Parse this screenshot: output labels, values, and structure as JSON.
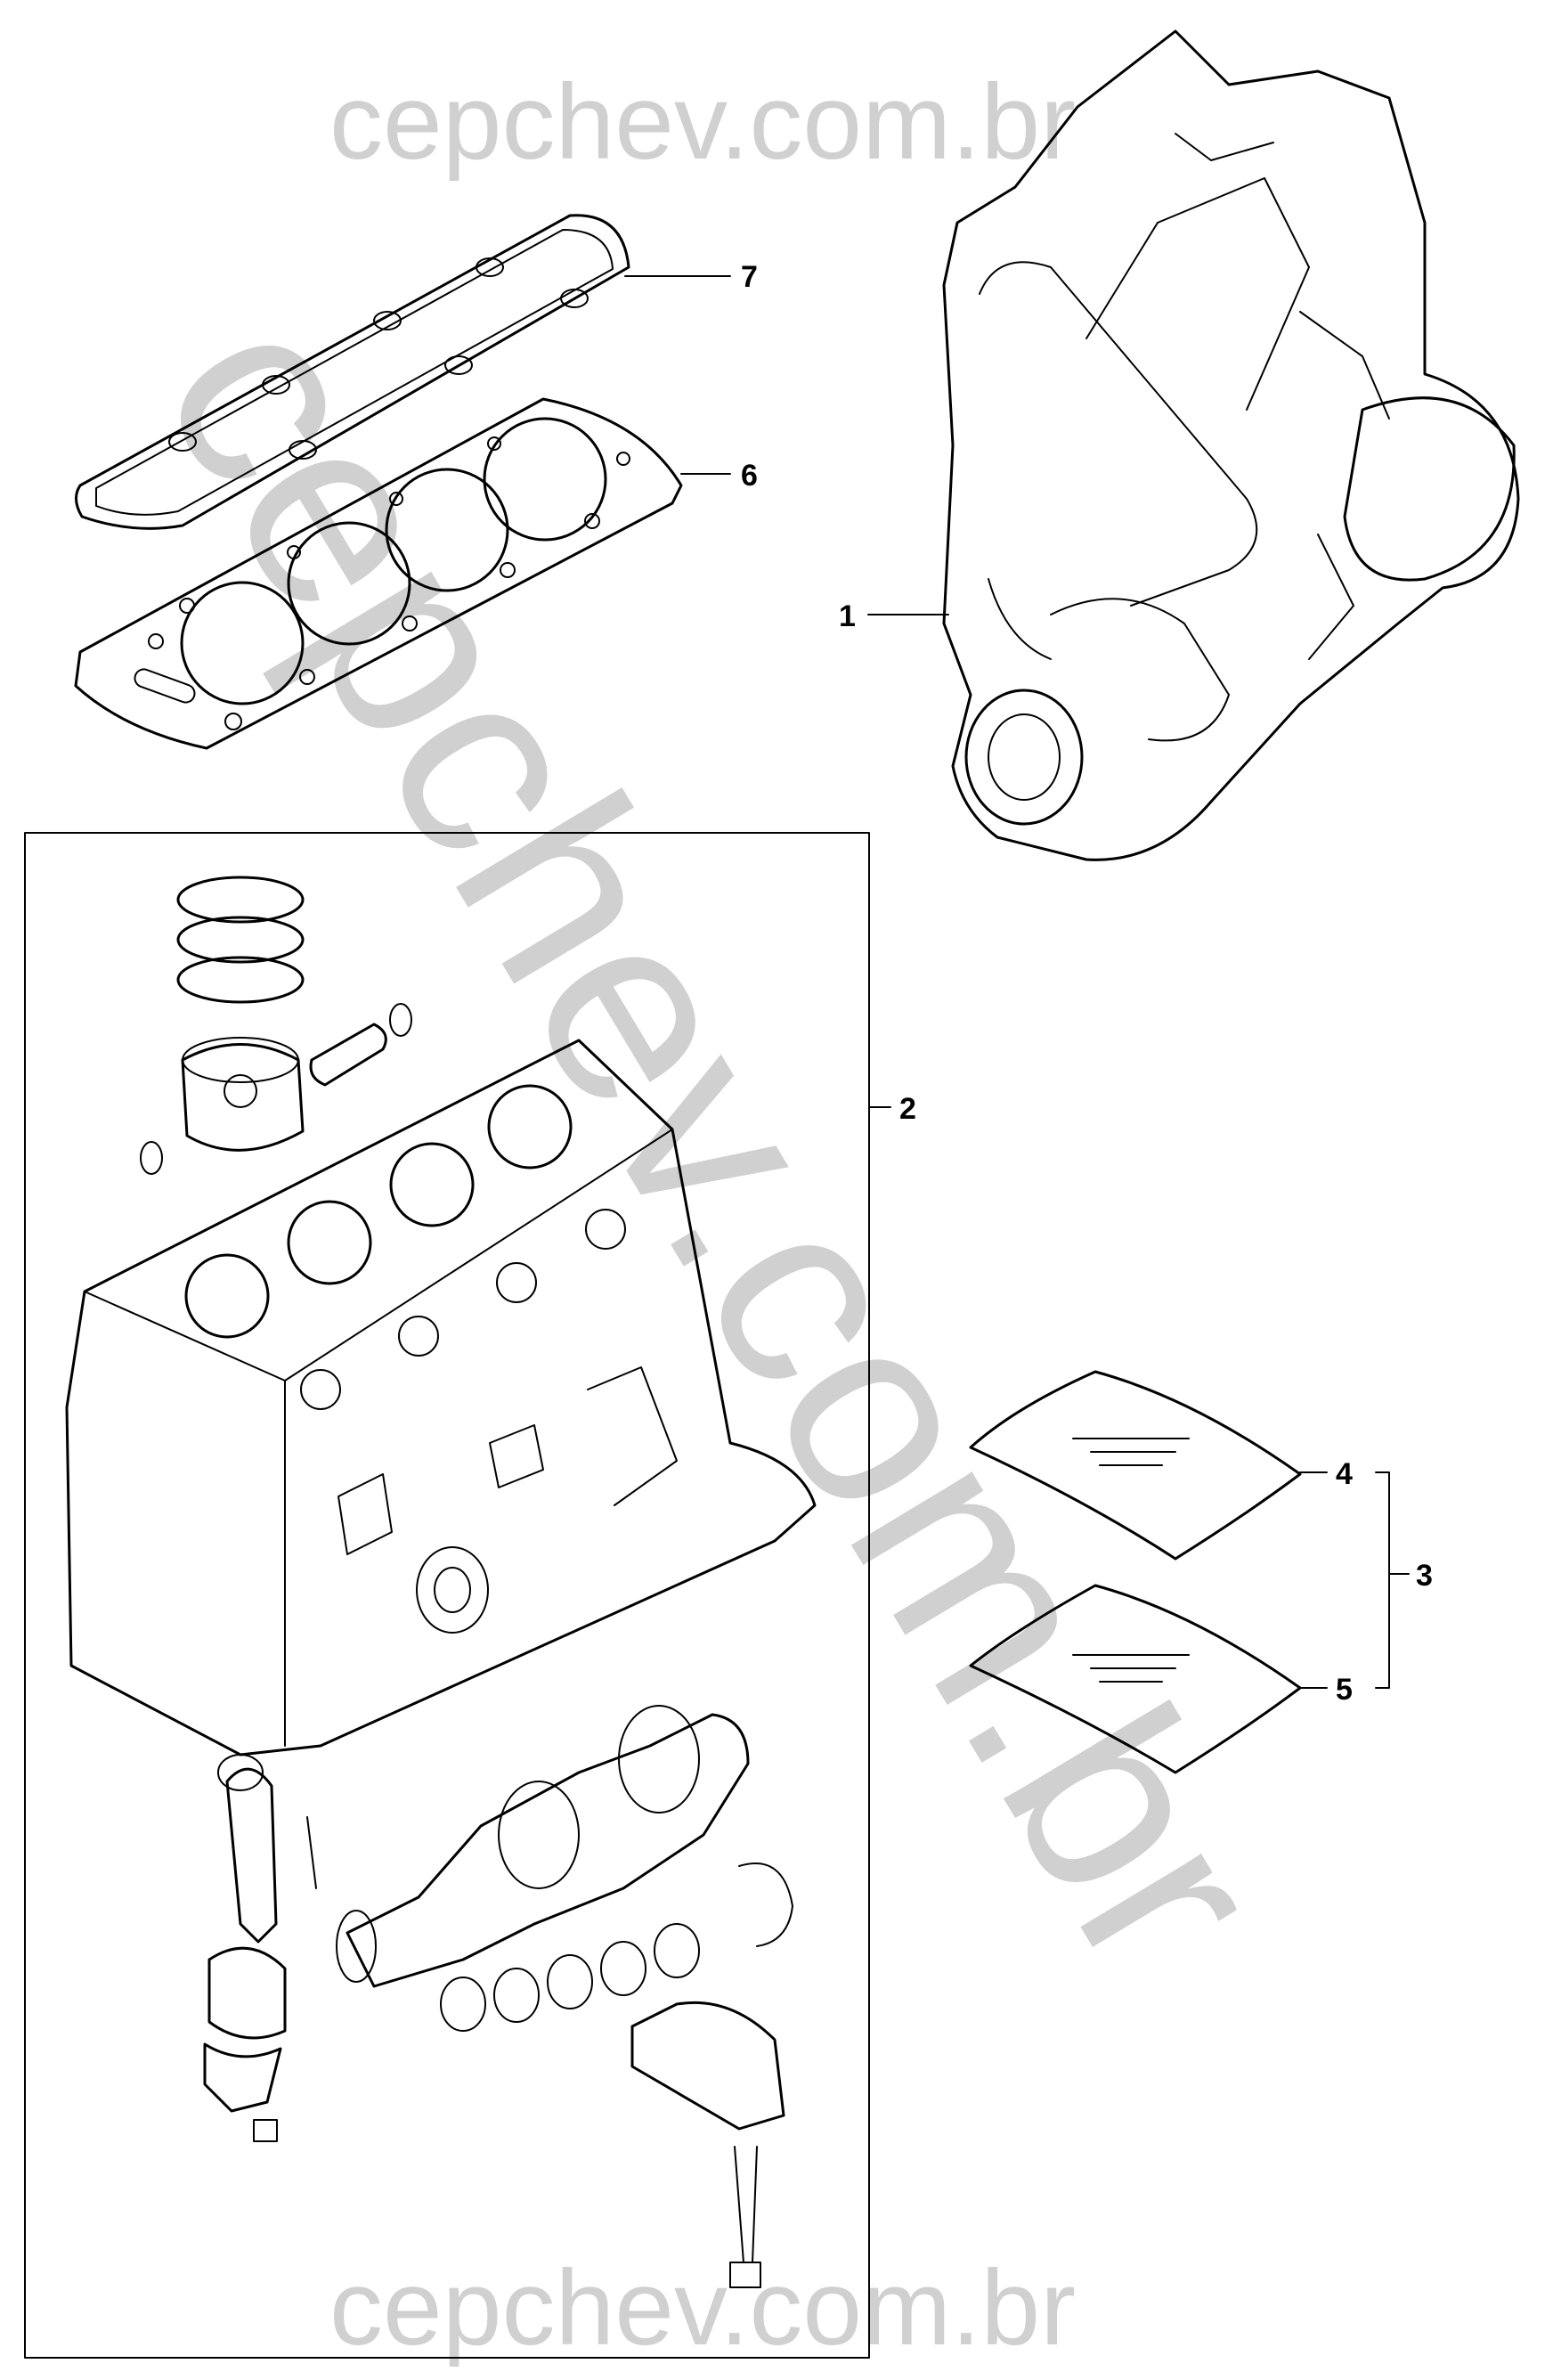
{
  "watermark": {
    "top": "cepchev.com.br",
    "diagonal": "cepchev.com.br",
    "bottom": "cepchev.com.br",
    "color": "#d0d0d0"
  },
  "callouts": {
    "c1": "1",
    "c2": "2",
    "c3": "3",
    "c4": "4",
    "c5": "5",
    "c6": "6",
    "c7": "7"
  },
  "icons": {
    "engine": "engine-assembly-icon",
    "short_block": "short-block-icon",
    "piston": "piston-icon",
    "crankshaft": "crankshaft-icon",
    "head_gasket": "cylinder-head-gasket-icon",
    "cover_gasket": "valve-cover-gasket-icon",
    "gasket_set": "gasket-kit-icon"
  }
}
